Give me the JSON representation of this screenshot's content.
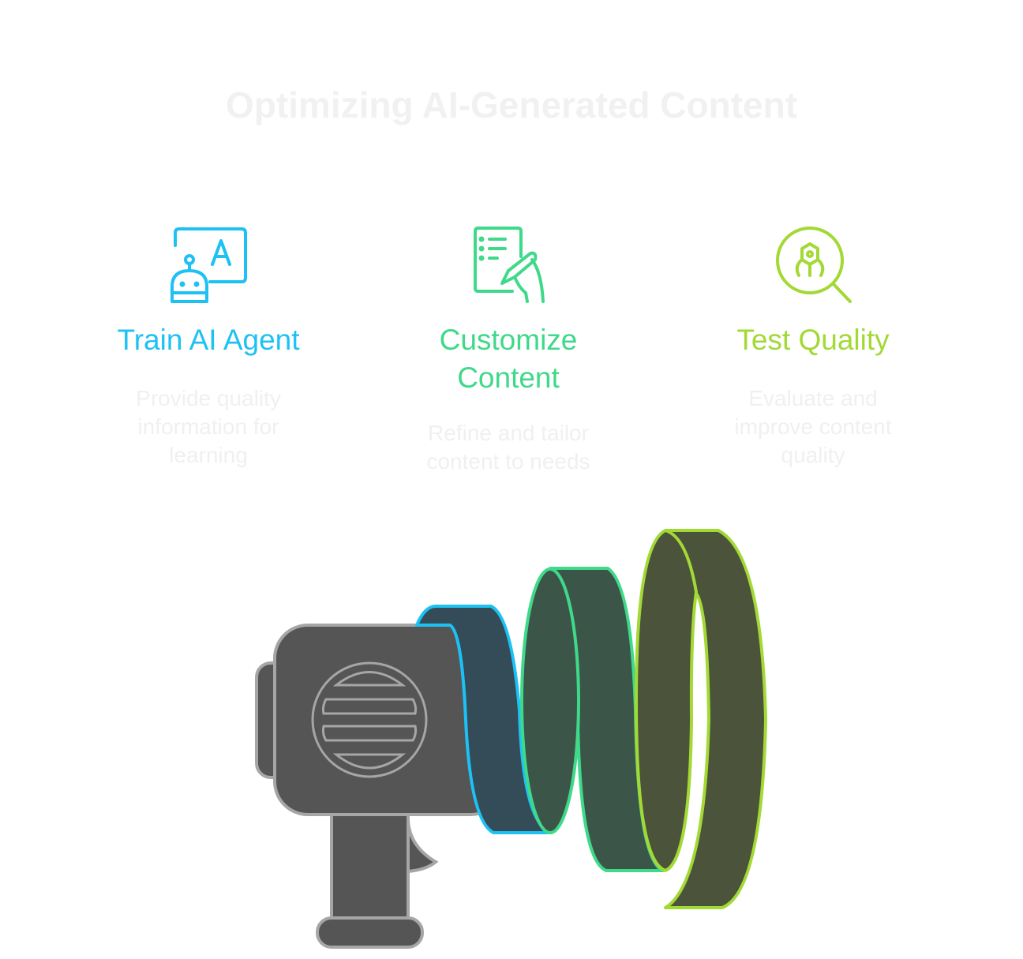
{
  "title": "Optimizing AI-Generated Content",
  "steps": [
    {
      "title": "Train AI Agent",
      "description": "Provide quality information for learning",
      "icon": "robot-board-icon",
      "color": "#1ec1f4"
    },
    {
      "title": "Customize Content",
      "description": "Refine and tailor content to needs",
      "icon": "document-pen-icon",
      "color": "#3fd98a"
    },
    {
      "title": "Test Quality",
      "description": "Evaluate and improve content quality",
      "icon": "magnifier-icon",
      "color": "#a3d935"
    }
  ]
}
